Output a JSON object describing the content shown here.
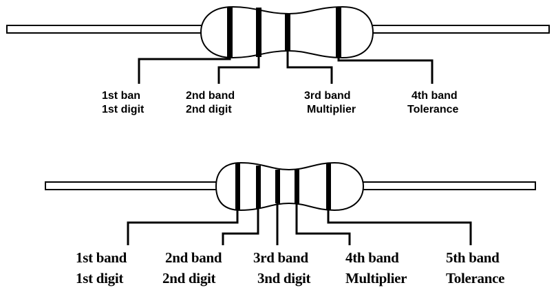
{
  "colors": {
    "stroke": "#000000",
    "background": "#ffffff"
  },
  "diagram_top": {
    "labels": [
      {
        "line1": "1st ban",
        "line2": "1st digit"
      },
      {
        "line1": "2nd band",
        "line2": "2nd digit"
      },
      {
        "line1": "3rd band",
        "line2": "Multiplier"
      },
      {
        "line1": "4th band",
        "line2": "Tolerance"
      }
    ]
  },
  "diagram_bottom": {
    "labels": [
      {
        "line1": "1st band",
        "line2": "1st digit"
      },
      {
        "line1": "2nd band",
        "line2": "2nd digit"
      },
      {
        "line1": "3rd band",
        "line2": "3nd digit"
      },
      {
        "line1": "4th band",
        "line2": "Multiplier"
      },
      {
        "line1": "5th band",
        "line2": "Tolerance"
      }
    ]
  }
}
